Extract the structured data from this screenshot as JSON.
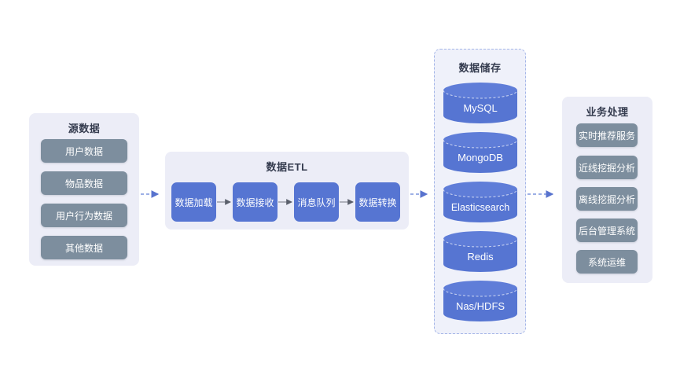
{
  "diagram": {
    "source": {
      "title": "源数据",
      "items": [
        "用户数据",
        "物品数据",
        "用户行为数据",
        "其他数据"
      ]
    },
    "etl": {
      "title": "数据ETL",
      "steps": [
        "数据加载",
        "数据接收",
        "消息队列",
        "数据转换"
      ]
    },
    "storage": {
      "title": "数据储存",
      "items": [
        "MySQL",
        "MongoDB",
        "Elasticsearch",
        "Redis",
        "Nas/HDFS"
      ]
    },
    "business": {
      "title": "业务处理",
      "items": [
        "实时推荐服务",
        "近线挖掘分析",
        "离线挖掘分析",
        "后台管理系统",
        "系统运维"
      ]
    },
    "colors": {
      "panel_bg": "#ecedf7",
      "storage_panel_bg": "#eff1fa",
      "storage_panel_border": "#a5b6e8",
      "node_blue": "#5675d2",
      "node_gray": "#7d8e9e",
      "title_text": "#353c4f",
      "node_text": "#ffffff",
      "solid_arrow": "#5a5f6b",
      "dashed_arrow": "#7d95de"
    }
  }
}
